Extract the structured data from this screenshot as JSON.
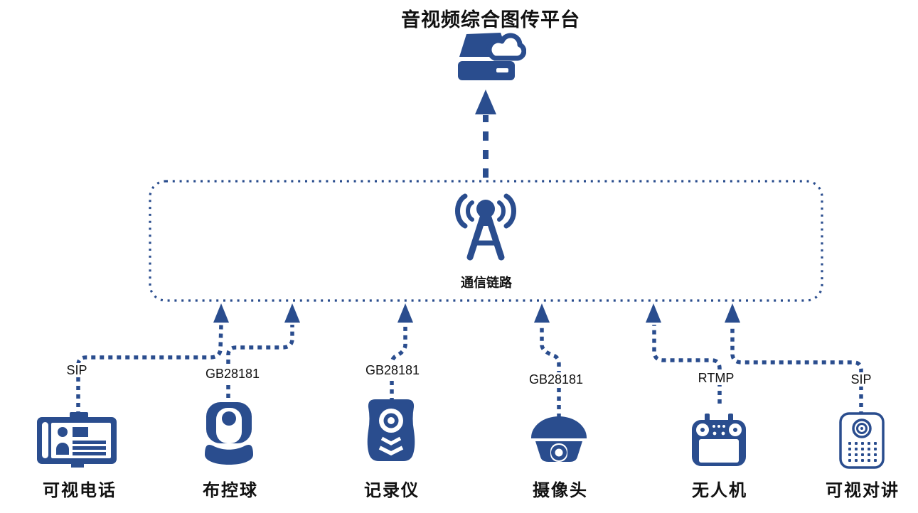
{
  "title": "音视频综合图传平台",
  "hub": {
    "label": "通信链路"
  },
  "colors": {
    "primary": "#2a4d8e",
    "text": "#111111"
  },
  "devices": [
    {
      "id": "video-phone",
      "label": "可视电话",
      "protocol": "SIP"
    },
    {
      "id": "ptz-ball",
      "label": "布控球",
      "protocol": "GB28181"
    },
    {
      "id": "body-camera",
      "label": "记录仪",
      "protocol": "GB28181"
    },
    {
      "id": "dome-camera",
      "label": "摄像头",
      "protocol": "GB28181"
    },
    {
      "id": "drone",
      "label": "无人机",
      "protocol": "RTMP"
    },
    {
      "id": "video-intercom",
      "label": "可视对讲",
      "protocol": "SIP"
    }
  ]
}
